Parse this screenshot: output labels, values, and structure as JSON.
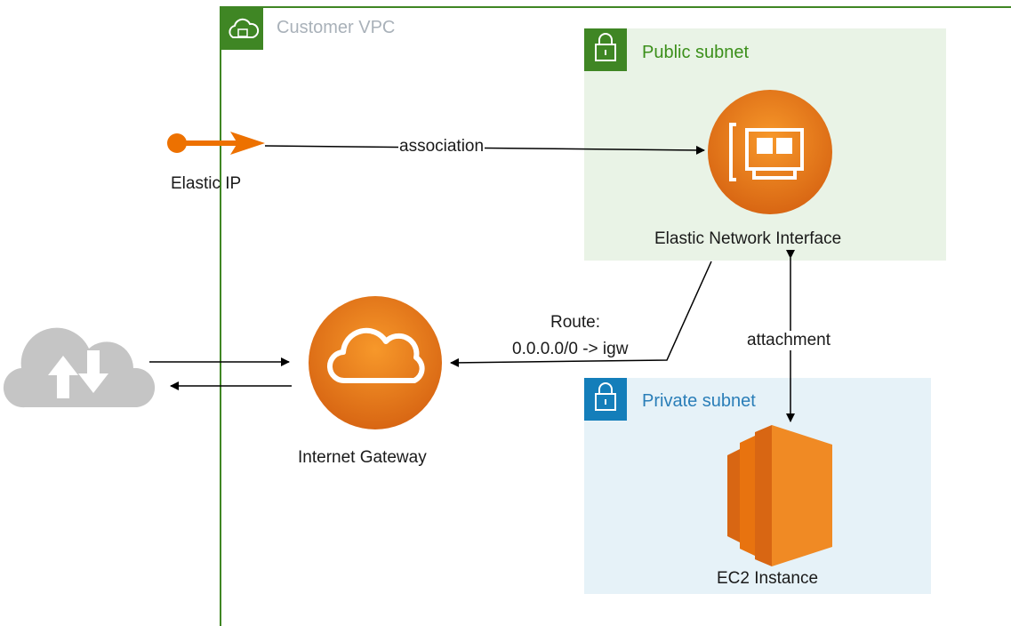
{
  "vpc": {
    "title": "Customer VPC",
    "icon": "cloud-lock-icon",
    "border_color": "#3f8624"
  },
  "public_subnet": {
    "title": "Public subnet",
    "icon": "padlock-icon",
    "fill": "#e9f3e6",
    "accent": "#3f8624"
  },
  "private_subnet": {
    "title": "Private subnet",
    "icon": "padlock-icon",
    "fill": "#e6f2f8",
    "accent": "#147eba"
  },
  "nodes": {
    "elastic_ip": {
      "label": "Elastic IP",
      "icon": "elastic-ip-icon"
    },
    "eni": {
      "label": "Elastic Network Interface",
      "icon": "network-interface-icon"
    },
    "igw": {
      "label": "Internet Gateway",
      "icon": "internet-gateway-icon"
    },
    "ec2": {
      "label": "EC2 Instance",
      "icon": "ec2-instance-icon"
    },
    "internet": {
      "icon": "internet-cloud-upload-download-icon"
    }
  },
  "edges": {
    "association": {
      "label": "association"
    },
    "route": {
      "line1": "Route:",
      "line2": "0.0.0.0/0 -> igw"
    },
    "attachment": {
      "label": "attachment"
    }
  },
  "colors": {
    "aws_orange": "#ed7100",
    "cloud_gray": "#c5c5c5"
  }
}
